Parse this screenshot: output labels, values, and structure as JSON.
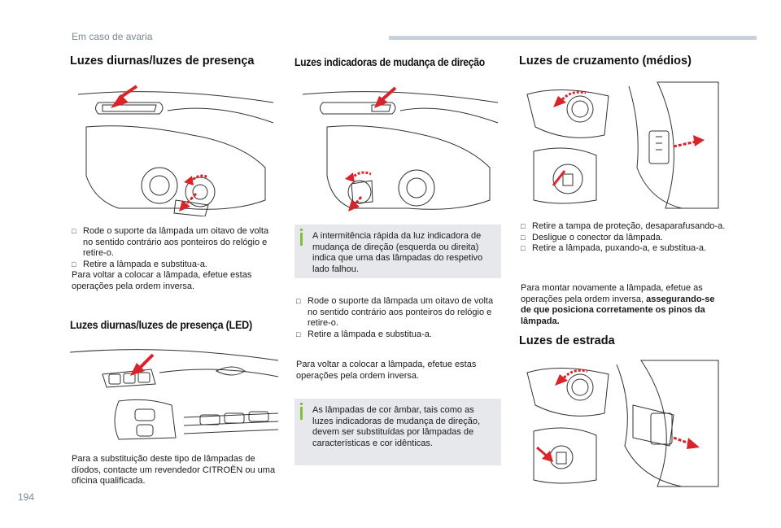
{
  "header": {
    "section": "Em caso de avaria"
  },
  "page_number": "194",
  "col1": {
    "title1": "Luzes diurnas/luzes de presença",
    "steps1": [
      "Rode o suporte da lâmpada um oitavo de volta no sentido contrário aos ponteiros do relógio e retire-o.",
      "Retire a lâmpada e substitua-a."
    ],
    "para1": "Para voltar a colocar a lâmpada, efetue estas operações pela ordem inversa.",
    "title2": "Luzes diurnas/luzes de presença (LED)",
    "para2": "Para a substituição deste tipo de lâmpadas de díodos, contacte um revendedor CITROËN ou uma oficina qualificada."
  },
  "col2": {
    "title": "Luzes indicadoras de mudança de direção",
    "info1": "A intermitência rápida da luz indicadora de mudança de direção (esquerda ou direita) indica que uma das lâmpadas do respetivo lado falhou.",
    "steps": [
      "Rode o suporte da lâmpada um oitavo de volta no sentido contrário aos ponteiros do relógio e retire-o.",
      "Retire a lâmpada e substitua-a."
    ],
    "para": "Para voltar a colocar a lâmpada, efetue estas operações pela ordem inversa.",
    "info2": "As lâmpadas de cor âmbar, tais como as luzes indicadoras de mudança de direção, devem ser substituídas por lâmpadas de características e cor idênticas."
  },
  "col3": {
    "title1": "Luzes de cruzamento (médios)",
    "steps": [
      "Retire a tampa de proteção, desaparafusando-a.",
      "Desligue o conector da lâmpada.",
      "Retire a lâmpada, puxando-a, e substitua-a."
    ],
    "para_a": "Para montar novamente a lâmpada, efetue as operações pela ordem inversa, ",
    "para_b": "assegurando-se de que posiciona corretamente os pinos da lâmpada.",
    "title2": "Luzes de estrada"
  },
  "colors": {
    "arrow_red": "#d9242b",
    "info_bg": "#e6e8eb",
    "info_accent": "#7fbf3a",
    "header_bar": "#c7d0dd"
  }
}
